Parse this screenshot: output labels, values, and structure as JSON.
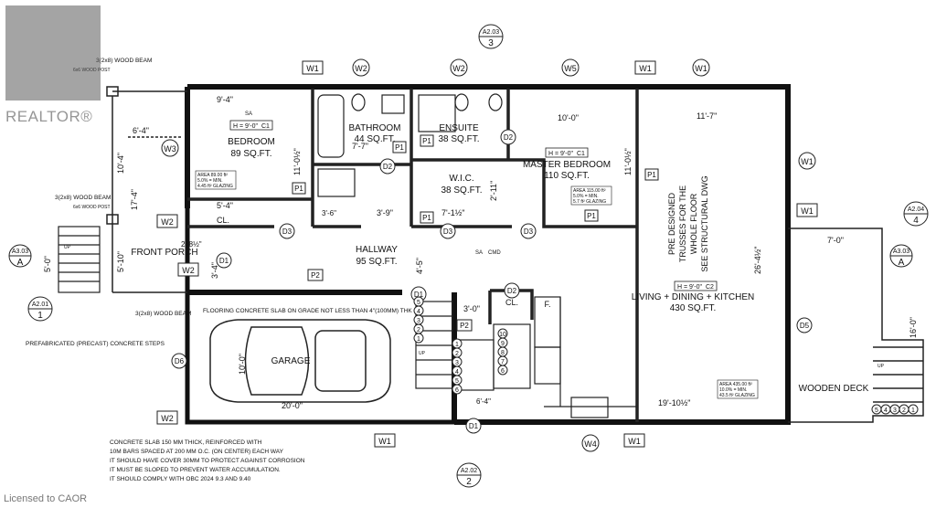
{
  "rooms": {
    "bedroom": {
      "name": "BEDROOM",
      "area": "89 SQ.FT.",
      "dim": "9'-4\"",
      "ceiling": "H = 9'-0\"",
      "ceiling_tag": "C1"
    },
    "bathroom": {
      "name": "BATHROOM",
      "area": "44 SQ.FT.",
      "dim": "7'-7\""
    },
    "ensuite": {
      "name": "ENSUITE",
      "area": "38 SQ.FT."
    },
    "master": {
      "name": "MASTER BEDROOM",
      "area": "110 SQ.FT.",
      "dim": "10'-0\"",
      "ceiling": "H = 9'-0\"",
      "ceiling_tag": "C1"
    },
    "wic": {
      "name": "W.I.C.",
      "area": "38 SQ.FT."
    },
    "hallway": {
      "name": "HALLWAY",
      "area": "95 SQ.FT."
    },
    "living": {
      "name": "LIVING + DINING + KITCHEN",
      "area": "430 SQ.FT.",
      "dim": "11'-7\"",
      "ceiling": "H = 9'-0\"",
      "ceiling_tag": "C2"
    },
    "garage": {
      "name": "GARAGE",
      "width": "20'-0\"",
      "depth": "10'-0\""
    },
    "front_porch": {
      "name": "FRONT PORCH"
    },
    "deck": {
      "name": "WOODEN DECK"
    },
    "closet": {
      "name": "CL."
    },
    "closet2": {
      "name": "CL."
    }
  },
  "notes": {
    "beam_top": "3(2x8) WOOD BEAM",
    "post_top": "6x6 WOOD POST",
    "beam_mid": "3(2x8) WOOD BEAM",
    "post_mid": "6x6 WOOD POST",
    "beam_bot": "3(2x8) WOOD BEAM",
    "steps": "PREFABRICATED (PRECAST) CONCRETE STEPS",
    "slab_note": "FLOORING CONCRETE SLAB ON GRADE NOT LESS THAN 4\"(100MM) THK",
    "trusses": [
      "PRE DESIGNED",
      "TRUSSES FOR THE",
      "WHOLE FLOOR",
      "SEE STRUCTURAL DWG"
    ],
    "concrete": [
      "CONCRETE SLAB 150 MM THICK, REINFORCED WITH",
      "10M BARS SPACED AT 200 MM O.C. (ON CENTER) EACH WAY",
      "IT SHOULD HAVE COVER  30MM TO PROTECT AGAINST CORROSION",
      "IT MUST BE SLOPED TO PREVENT WATER ACCUMULATION.",
      "IT SHOULD COMPLY WITH OBC 2024 9.3 AND 9.40"
    ],
    "area_bed": [
      "AREA 89.00 ft²",
      "5.0% = MIN.",
      "4.45 ft² GLAZING"
    ],
    "area_master": [
      "AREA 115.00 ft²",
      "5.0% = MIN.",
      "5.7 ft² GLAZING"
    ],
    "area_living": [
      "AREA 435.00 ft²",
      "10.0% = MIN.",
      "43.5 ft² GLAZING"
    ],
    "sa": "SA",
    "cmd": "CMD",
    "up": "UP",
    "fridge": "F."
  },
  "dims": {
    "porch_w": "6'-4\"",
    "porch_h1": "10'-4\"",
    "porch_h2": "17'-4\"",
    "porch_h3": "5'-10\"",
    "step_h": "5'-0\"",
    "closet_w": "5'-4\"",
    "bed_h": "11'-0½\"",
    "master_h": "11'-0½\"",
    "hall_w": "3'-9\"",
    "wic_w": "7'-1½\"",
    "wic_h": "2'-11\"",
    "hall_small": "2'-8½\"",
    "hall_v": "4'-5\"",
    "stair_w": "3'-0\"",
    "living_h": "26'-4½\"",
    "living_w2": "19'-10½\"",
    "deck_w": "7'-0\"",
    "deck_h": "16'-0\"",
    "garage_small": "6'-4\"",
    "clos_small": "3'-6\"",
    "porch_small": "3'-4\""
  },
  "windows": {
    "top": [
      "W1",
      "W2",
      "W2",
      "W5",
      "W1",
      "W1"
    ],
    "right": [
      "W1",
      "W1"
    ],
    "left_w3": "W3",
    "left_w2a": "W2",
    "left_w2b": "W2",
    "left_w2c": "W2",
    "bottom": [
      "W1",
      "W4",
      "W1"
    ]
  },
  "doors": {
    "d1": "D1",
    "d1b": "D1",
    "d1c": "D1",
    "d2": "D2",
    "d2b": "D2",
    "d2c": "D2",
    "d3": "D3",
    "d3b": "D3",
    "d3c": "D3",
    "d5": "D5",
    "d6": "D6",
    "p1": "P1",
    "p1b": "P1",
    "p1c": "P1",
    "p1d": "P1",
    "p1e": "P1",
    "p1f": "P1",
    "p2": "P2",
    "p2b": "P2"
  },
  "sections": {
    "top": {
      "ref": "A2.03",
      "num": "3"
    },
    "right": {
      "ref": "A2.04",
      "num": "4"
    },
    "bottom": {
      "ref": "A2.02",
      "num": "2"
    },
    "left": {
      "ref": "A2.01",
      "num": "1"
    },
    "elev_left": {
      "ref": "A3.03",
      "num": "A"
    },
    "elev_right": {
      "ref": "A3.03",
      "num": "A"
    }
  },
  "stairs": {
    "left": [
      "1",
      "2",
      "3",
      "4",
      "5",
      "6"
    ],
    "right": [
      "10",
      "9",
      "8",
      "7",
      "6"
    ],
    "upper": [
      "5",
      "4",
      "3",
      "2",
      "1"
    ],
    "deck": [
      "5",
      "4",
      "3",
      "2",
      "1"
    ]
  },
  "watermark": {
    "brand": "REALTOR®",
    "license": "Licensed to CAOR"
  }
}
